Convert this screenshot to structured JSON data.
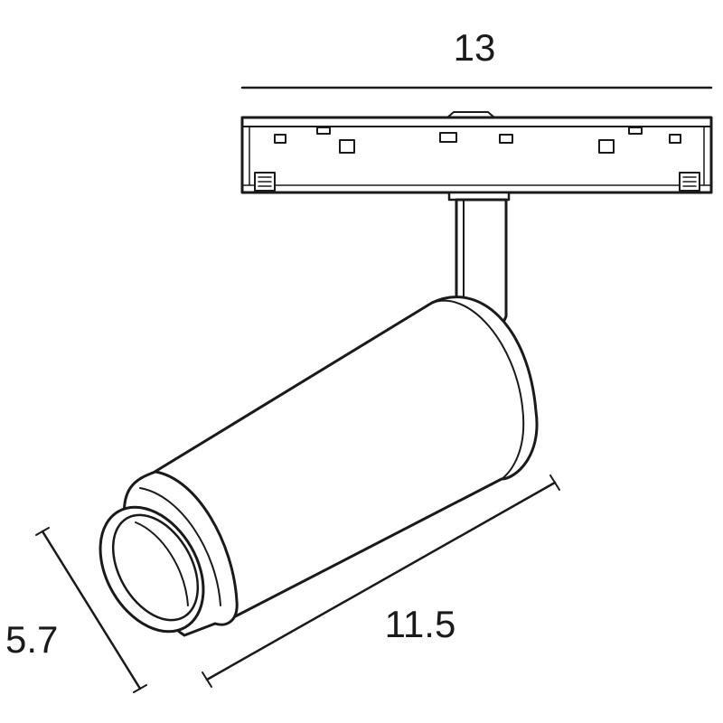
{
  "dimensions": {
    "width_label": "13",
    "length_label": "11.5",
    "diameter_label": "5.7"
  },
  "colors": {
    "line": "#1a1a1a",
    "background": "#ffffff"
  }
}
